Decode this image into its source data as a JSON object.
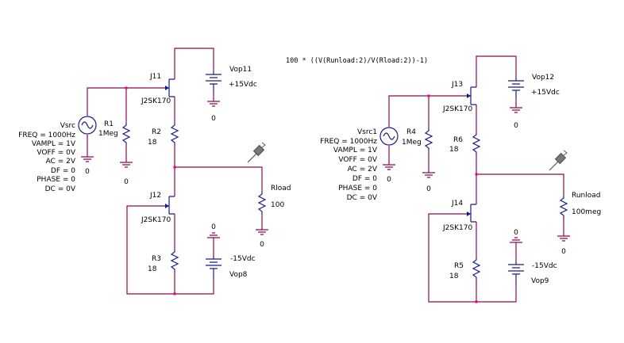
{
  "expression": "100 * ((V(Runload:2)/V(Rload:2))-1)",
  "left_circuit": {
    "source": {
      "name": "Vsrc",
      "params": [
        "FREQ = 1000Hz",
        "VAMPL = 1V",
        "VOFF = 0V",
        "AC = 2V",
        "DF = 0",
        "PHASE = 0",
        "DC = 0V"
      ],
      "ground": "0"
    },
    "r_bias": {
      "name": "R1",
      "value": "1Meg",
      "ground": "0"
    },
    "q_top": {
      "name": "J11",
      "model": "J2SK170"
    },
    "q_bot": {
      "name": "J12",
      "model": "J2SK170"
    },
    "r_mid": {
      "name": "R2",
      "value": "18"
    },
    "r_low": {
      "name": "R3",
      "value": "18"
    },
    "vpos": {
      "name": "Vop11",
      "value": "+15Vdc",
      "ground": "0"
    },
    "vneg": {
      "name": "Vop8",
      "value": "-15Vdc",
      "ground": "0"
    },
    "load": {
      "name": "Rload",
      "value": "100",
      "ground": "0"
    }
  },
  "right_circuit": {
    "source": {
      "name": "Vsrc1",
      "params": [
        "FREQ = 1000Hz",
        "VAMPL = 1V",
        "VOFF = 0V",
        "AC = 2V",
        "DF = 0",
        "PHASE = 0",
        "DC = 0V"
      ],
      "ground": "0"
    },
    "r_bias": {
      "name": "R4",
      "value": "1Meg",
      "ground": "0"
    },
    "q_top": {
      "name": "J13",
      "model": "J2SK170"
    },
    "q_bot": {
      "name": "J14",
      "model": "J2SK170"
    },
    "r_mid": {
      "name": "R6",
      "value": "18"
    },
    "r_low": {
      "name": "R5",
      "value": "18"
    },
    "vpos": {
      "name": "Vop12",
      "value": "+15Vdc",
      "ground": "0"
    },
    "vneg": {
      "name": "Vop9",
      "value": "-15Vdc",
      "ground": "0"
    },
    "load": {
      "name": "Runload",
      "value": "100meg",
      "ground": "0"
    }
  },
  "colors": {
    "wire": "#8b0a4f",
    "component": "#1a1a8a",
    "node": "#e6007e",
    "text": "#000000"
  }
}
